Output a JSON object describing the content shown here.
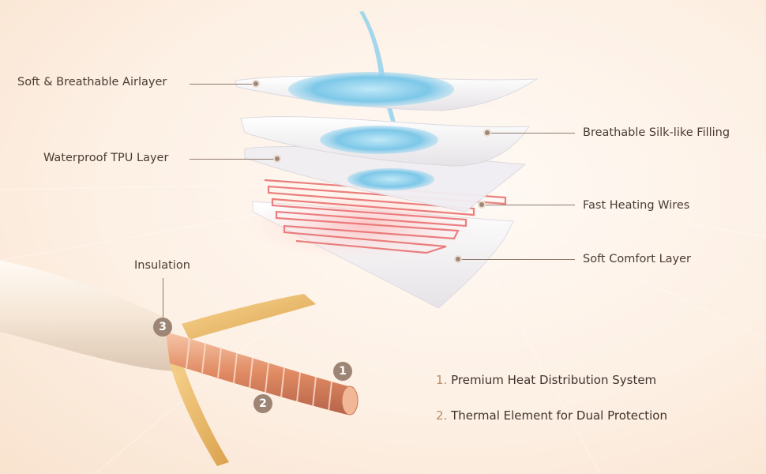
{
  "layers": [
    {
      "id": "airlayer",
      "label": "Soft & Breathable Airlayer"
    },
    {
      "id": "silk",
      "label": "Breathable Silk-like Filling"
    },
    {
      "id": "tpu",
      "label": "Waterproof TPU Layer"
    },
    {
      "id": "wires",
      "label": "Fast Heating Wires"
    },
    {
      "id": "comfort",
      "label": "Soft Comfort Layer"
    }
  ],
  "cable": {
    "insulation_label": "Insulation",
    "badges": [
      "1",
      "2",
      "3"
    ]
  },
  "features": [
    {
      "num": "1.",
      "text": "Premium Heat Distribution System"
    },
    {
      "num": "2.",
      "text": "Thermal Element for Dual Protection"
    }
  ],
  "colors": {
    "text": "#4a3b32",
    "accent": "#b98b66",
    "badge": "#9d8575",
    "water": "#7cc7e8",
    "wire": "#e86a6a",
    "copper": "#e9a27a"
  }
}
